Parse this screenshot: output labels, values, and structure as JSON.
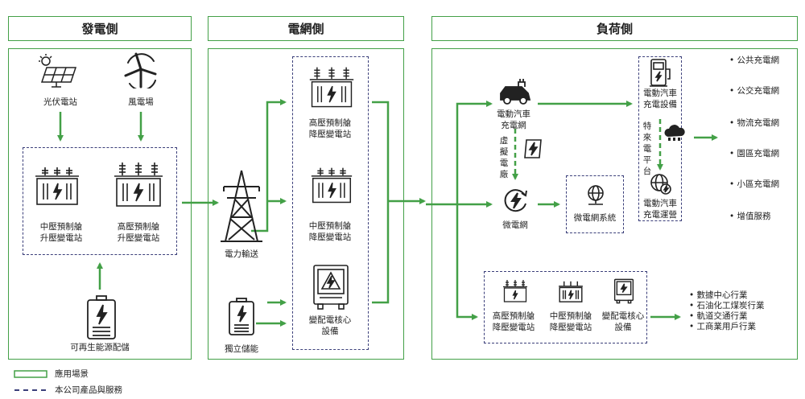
{
  "headers": {
    "generation": "發電側",
    "grid": "電網側",
    "load": "負荷側"
  },
  "generation": {
    "solar": "光伏電站",
    "wind": "風電場",
    "mv_station": "中壓預制艙\n升壓變電站",
    "hv_station": "高壓預制艙\n升壓變電站",
    "storage": "可再生能源配儲"
  },
  "grid": {
    "transmission": "電力輸送",
    "independent_storage": "獨立儲能",
    "hv_station": "高壓預制艙\n降壓變電站",
    "mv_station": "中壓預制艙\n降壓變電站",
    "core_equipment": "變配電核心\n設備"
  },
  "load": {
    "ev_grid": "電動汽車\n充電網",
    "virtual_plant": "虛擬電廠",
    "microgrid": "微電網",
    "microgrid_system": "微電網系統",
    "ev_charging_equipment": "電動汽車\n充電設備",
    "special_platform": "特來電平台",
    "ev_charging_operation": "電動汽車\n充電運營",
    "charging_networks": [
      "公共充電網",
      "公交充電網",
      "物流充電網",
      "園區充電網",
      "小區充電網",
      "增值服務"
    ],
    "bottom_hv": "高壓預制艙\n降壓變電站",
    "bottom_mv": "中壓預制艙\n降壓變電站",
    "bottom_core": "變配電核心\n設備",
    "industries": [
      "數據中心行業",
      "石油化工煤炭行業",
      "軌道交通行業",
      "工商業用戶行業"
    ]
  },
  "legend": {
    "scenario": "應用場景",
    "products": "本公司產品與服務"
  },
  "colors": {
    "green": "#43a047",
    "navy": "#3b3f7a"
  }
}
